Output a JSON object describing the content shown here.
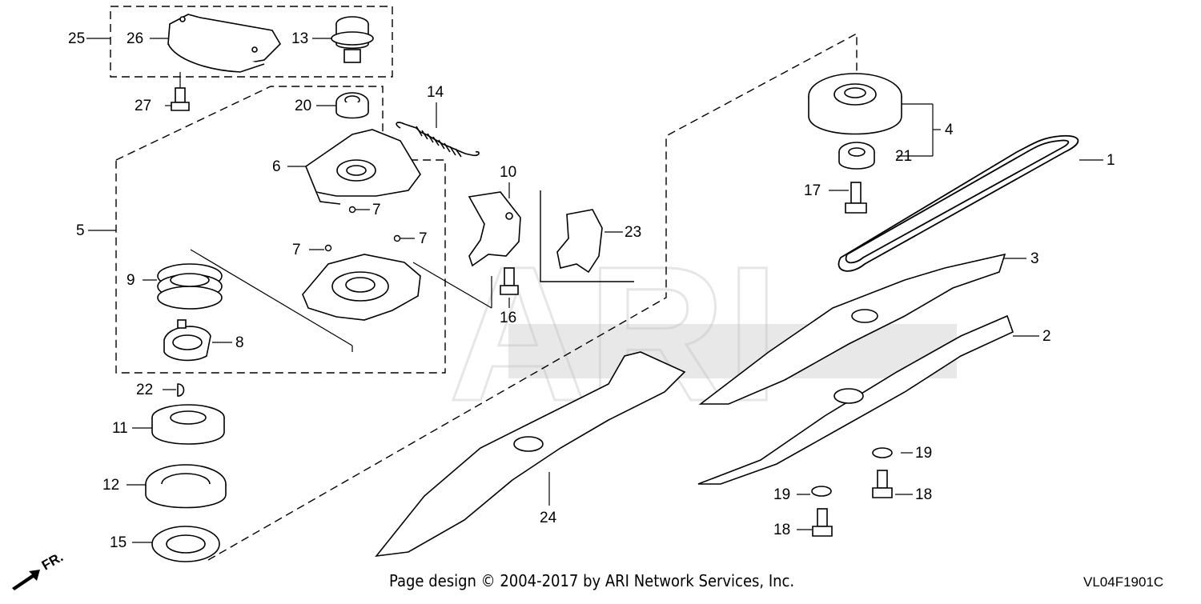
{
  "diagram": {
    "callouts": [
      "1",
      "2",
      "3",
      "4",
      "5",
      "6",
      "7",
      "8",
      "9",
      "10",
      "11",
      "12",
      "13",
      "14",
      "15",
      "16",
      "17",
      "18",
      "19",
      "20",
      "21",
      "22",
      "23",
      "24",
      "25",
      "26",
      "27"
    ],
    "callouts_repeat": {
      "7b": "7",
      "7c": "7",
      "18b": "18",
      "19b": "19"
    },
    "direction_label": "FR.",
    "watermark": "ARI",
    "footer": "Page design © 2004-2017 by ARI Network Services, Inc.",
    "diagram_code": "VL04F1901C"
  }
}
